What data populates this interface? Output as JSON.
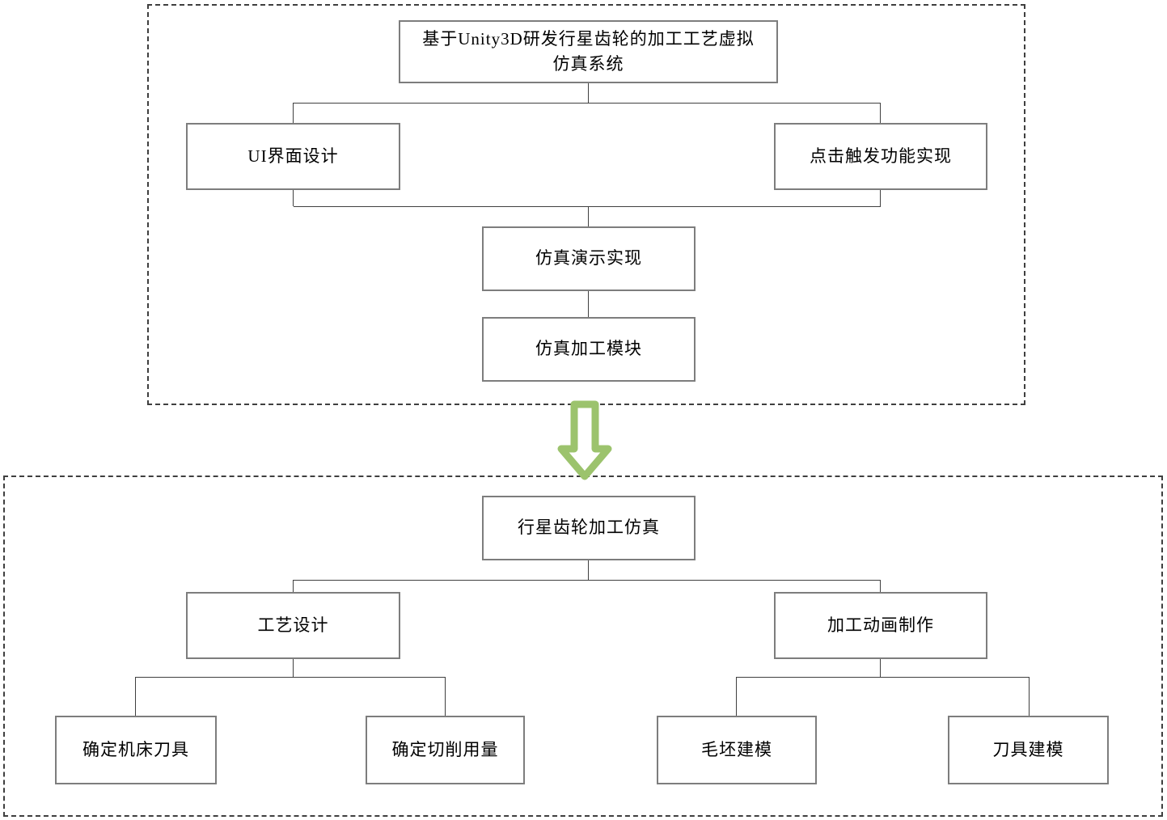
{
  "diagram": {
    "development_section": {
      "root_title_full": "基于Unity3D研发行星齿轮的加工工艺虚拟仿真系统",
      "root_line1": "基于Unity3D研发行星齿轮的加工工艺虚拟",
      "root_line2": "仿真系统",
      "ui_design": "UI界面设计",
      "click_trigger": "点击触发功能实现",
      "simulation_demo": "仿真演示实现",
      "simulation_module": "仿真加工模块"
    },
    "machining_section": {
      "root": "行星齿轮加工仿真",
      "process_design": "工艺设计",
      "animation_production": "加工动画制作",
      "machine_tool_selection": "确定机床刀具",
      "cutting_parameters": "确定切削用量",
      "blank_modeling": "毛坯建模",
      "tool_modeling": "刀具建模"
    },
    "arrow": {
      "name": "hollow-down-arrow",
      "color": "#9cc36d"
    },
    "colors": {
      "box_border": "#7d7d7d",
      "dashed_border": "#3f3f3f",
      "connector": "#3f3f3f",
      "background": "#ffffff"
    }
  }
}
